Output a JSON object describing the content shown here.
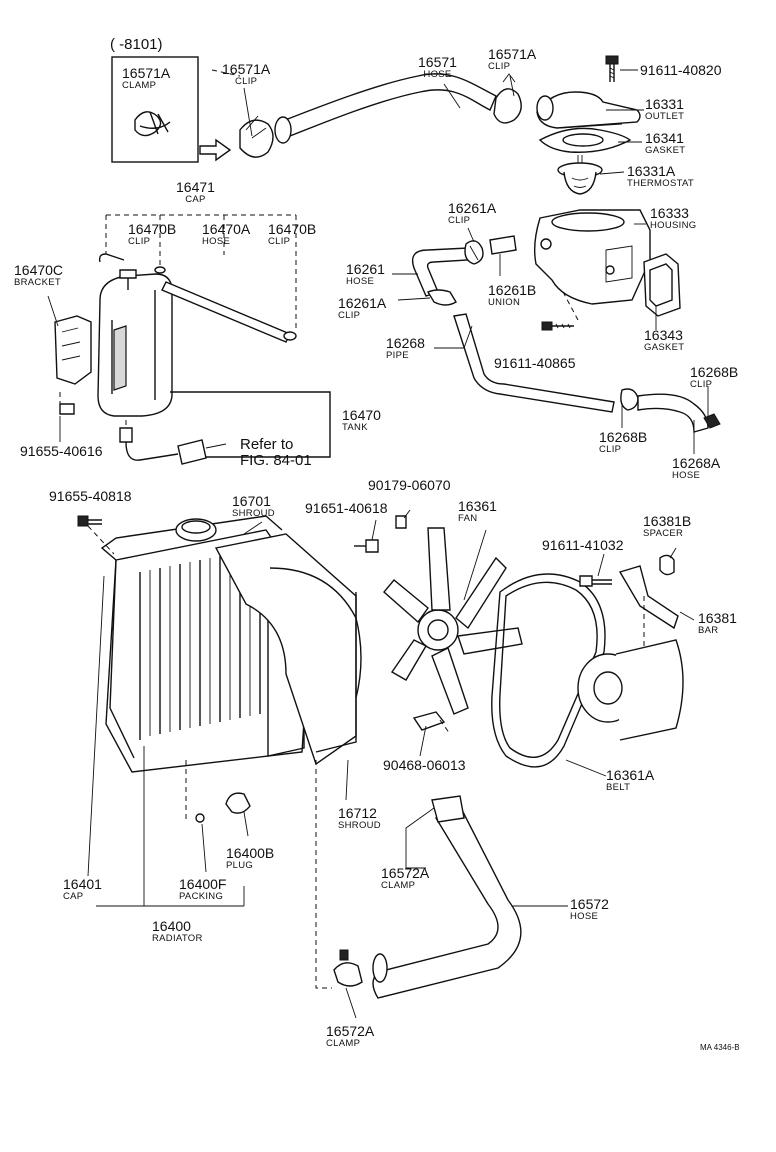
{
  "inset": {
    "range": "(      -8101)",
    "part": "16571A",
    "desc": "CLAMP"
  },
  "parts": {
    "p16571A_clip": {
      "part": "16571A",
      "desc": "CLIP"
    },
    "p16571_hose": {
      "part": "16571",
      "desc": "HOSE"
    },
    "p16571A_clip2": {
      "part": "16571A",
      "desc": "CLIP"
    },
    "p91611_40820": {
      "part": "91611-40820",
      "desc": ""
    },
    "p16331": {
      "part": "16331",
      "desc": "OUTLET"
    },
    "p16341": {
      "part": "16341",
      "desc": "GASKET"
    },
    "p16331A": {
      "part": "16331A",
      "desc": "THERMOSTAT"
    },
    "p16471": {
      "part": "16471",
      "desc": "CAP"
    },
    "p16470B_l": {
      "part": "16470B",
      "desc": "CLIP"
    },
    "p16470A": {
      "part": "16470A",
      "desc": "HOSE"
    },
    "p16470B_r": {
      "part": "16470B",
      "desc": "CLIP"
    },
    "p16470C": {
      "part": "16470C",
      "desc": "BRACKET"
    },
    "p16470": {
      "part": "16470",
      "desc": "TANK"
    },
    "p91655_40616": {
      "part": "91655-40616",
      "desc": ""
    },
    "p16261A_t": {
      "part": "16261A",
      "desc": "CLIP"
    },
    "p16333": {
      "part": "16333",
      "desc": "HOUSING"
    },
    "p16261": {
      "part": "16261",
      "desc": "HOSE"
    },
    "p16261B": {
      "part": "16261B",
      "desc": "UNION"
    },
    "p16261A_b": {
      "part": "16261A",
      "desc": "CLIP"
    },
    "p16343": {
      "part": "16343",
      "desc": "GASKET"
    },
    "p16268": {
      "part": "16268",
      "desc": "PIPE"
    },
    "p91611_40865": {
      "part": "91611-40865",
      "desc": ""
    },
    "p16268B_r": {
      "part": "16268B",
      "desc": "CLIP"
    },
    "p16268B_l": {
      "part": "16268B",
      "desc": "CLIP"
    },
    "p16268A": {
      "part": "16268A",
      "desc": "HOSE"
    },
    "p91655_40818": {
      "part": "91655-40818",
      "desc": ""
    },
    "p16701": {
      "part": "16701",
      "desc": "SHROUD"
    },
    "p91651_40618": {
      "part": "91651-40618",
      "desc": ""
    },
    "p90179_06070": {
      "part": "90179-06070",
      "desc": ""
    },
    "p16361": {
      "part": "16361",
      "desc": "FAN"
    },
    "p16381B": {
      "part": "16381B",
      "desc": "SPACER"
    },
    "p91611_41032": {
      "part": "91611-41032",
      "desc": ""
    },
    "p16381": {
      "part": "16381",
      "desc": "BAR"
    },
    "p90468_06013": {
      "part": "90468-06013",
      "desc": ""
    },
    "p16361A": {
      "part": "16361A",
      "desc": "BELT"
    },
    "p16712": {
      "part": "16712",
      "desc": "SHROUD"
    },
    "p16400B": {
      "part": "16400B",
      "desc": "PLUG"
    },
    "p16572A_t": {
      "part": "16572A",
      "desc": "CLAMP"
    },
    "p16401": {
      "part": "16401",
      "desc": "CAP"
    },
    "p16400F": {
      "part": "16400F",
      "desc": "PACKING"
    },
    "p16572": {
      "part": "16572",
      "desc": "HOSE"
    },
    "p16400": {
      "part": "16400",
      "desc": "RADIATOR"
    },
    "p16572A_b": {
      "part": "16572A",
      "desc": "CLAMP"
    }
  },
  "reference": {
    "line1": "Refer to",
    "line2": "FIG. 84-01"
  },
  "figure_code": "MA 4346-B"
}
